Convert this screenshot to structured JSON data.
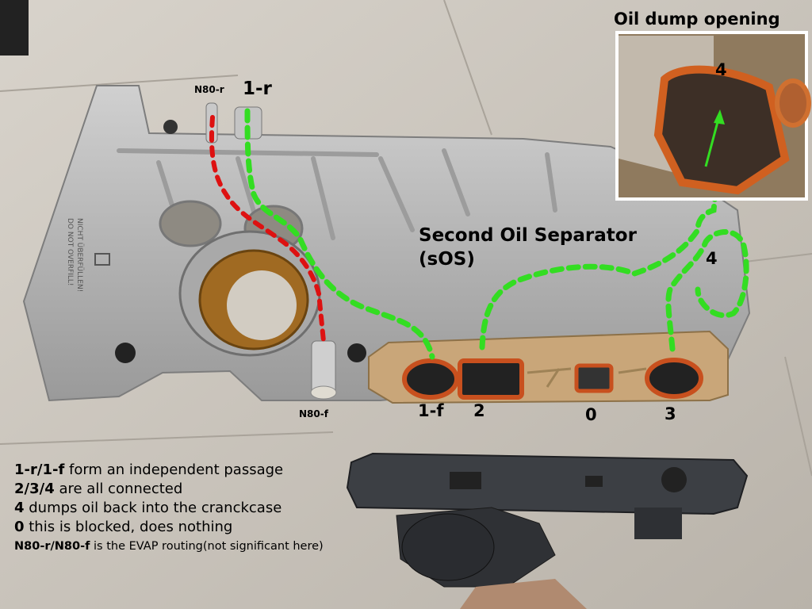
{
  "inset": {
    "title": "Oil dump opening",
    "marker": "4"
  },
  "labels": {
    "n80_r": "N80-r",
    "one_r": "1-r",
    "n80_f": "N80-f",
    "one_f": "1-f",
    "two": "2",
    "zero": "0",
    "three": "3",
    "four": "4",
    "separator_line1": "Second Oil Separator",
    "separator_line2": "(sOS)"
  },
  "stamp_text": [
    "NICHT ÜBERFÜLLEN!",
    "DO NOT OVERFILL!"
  ],
  "legend": [
    {
      "key": "1-r/1-f",
      "text": " form an independent passage"
    },
    {
      "key": "2/3/4",
      "text": " are all connected"
    },
    {
      "key": "4",
      "text": " dumps oil back into the cranckcase"
    },
    {
      "key": "0",
      "text": " this is blocked, does nothing"
    },
    {
      "key": "N80-r/N80-f",
      "text": " is the EVAP routing(not significant here)"
    }
  ],
  "colors": {
    "green_path": "#33dd22",
    "red_path": "#dd1111",
    "aluminum": "#b9b9b9",
    "gasket_orange": "#c8501e",
    "gasket_tan": "#c9a679"
  }
}
